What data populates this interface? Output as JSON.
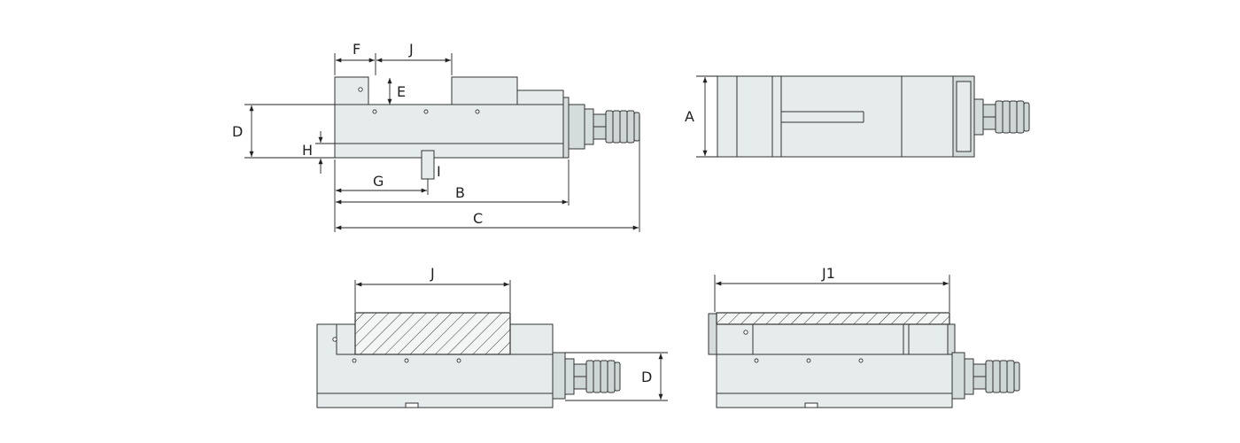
{
  "labels": {
    "F": "F",
    "J": "J",
    "E": "E",
    "D": "D",
    "H": "H",
    "I": "I",
    "G": "G",
    "B": "B",
    "C": "C",
    "A": "A",
    "J_bottom": "J",
    "D_bottom": "D",
    "J1": "J1"
  },
  "colors": {
    "body": "#e6ebeb",
    "shade": "#d5dcdc",
    "line": "#333333"
  }
}
